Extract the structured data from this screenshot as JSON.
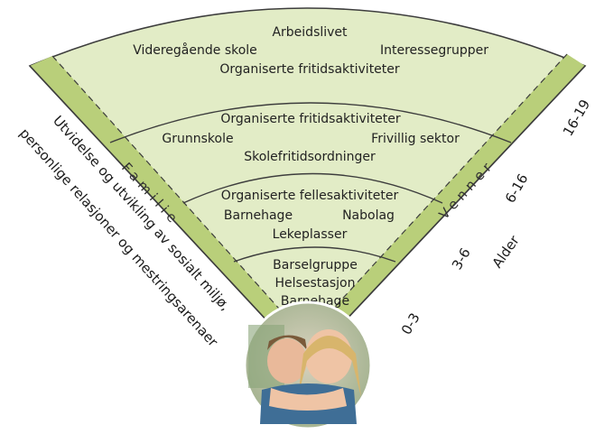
{
  "funnel": {
    "outer_zone": [
      "Arbeidslivet",
      "Videregående skole",
      "Interessegrupper",
      "Organiserte fritidsaktiviteter"
    ],
    "zone_3": [
      "Organiserte fritidsaktiviteter",
      "Grunnskole",
      "Frivillig sektor",
      "Skolefritidsordninger"
    ],
    "zone_2": [
      "Organiserte fellesaktiviteter",
      "Barnehage",
      "Nabolag",
      "Lekeplasser"
    ],
    "zone_1": [
      "Barselgruppe",
      "Helsestasjon",
      "Barnehage"
    ]
  },
  "bands": {
    "left": "Familie",
    "right": "Venner"
  },
  "side_text": [
    "Utvidelse og utvikling av sosialt miljø,",
    "personlige relasjoner og mestringsarenaer"
  ],
  "ages": {
    "title": "Alder",
    "labels": [
      "0-3",
      "3-6",
      "6-16",
      "16-19"
    ]
  },
  "photo": {
    "icon": "children-photo"
  },
  "colors": {
    "fill": "#e2ecc6",
    "band": "#b9cf7a",
    "stroke": "#3d3d3d"
  }
}
